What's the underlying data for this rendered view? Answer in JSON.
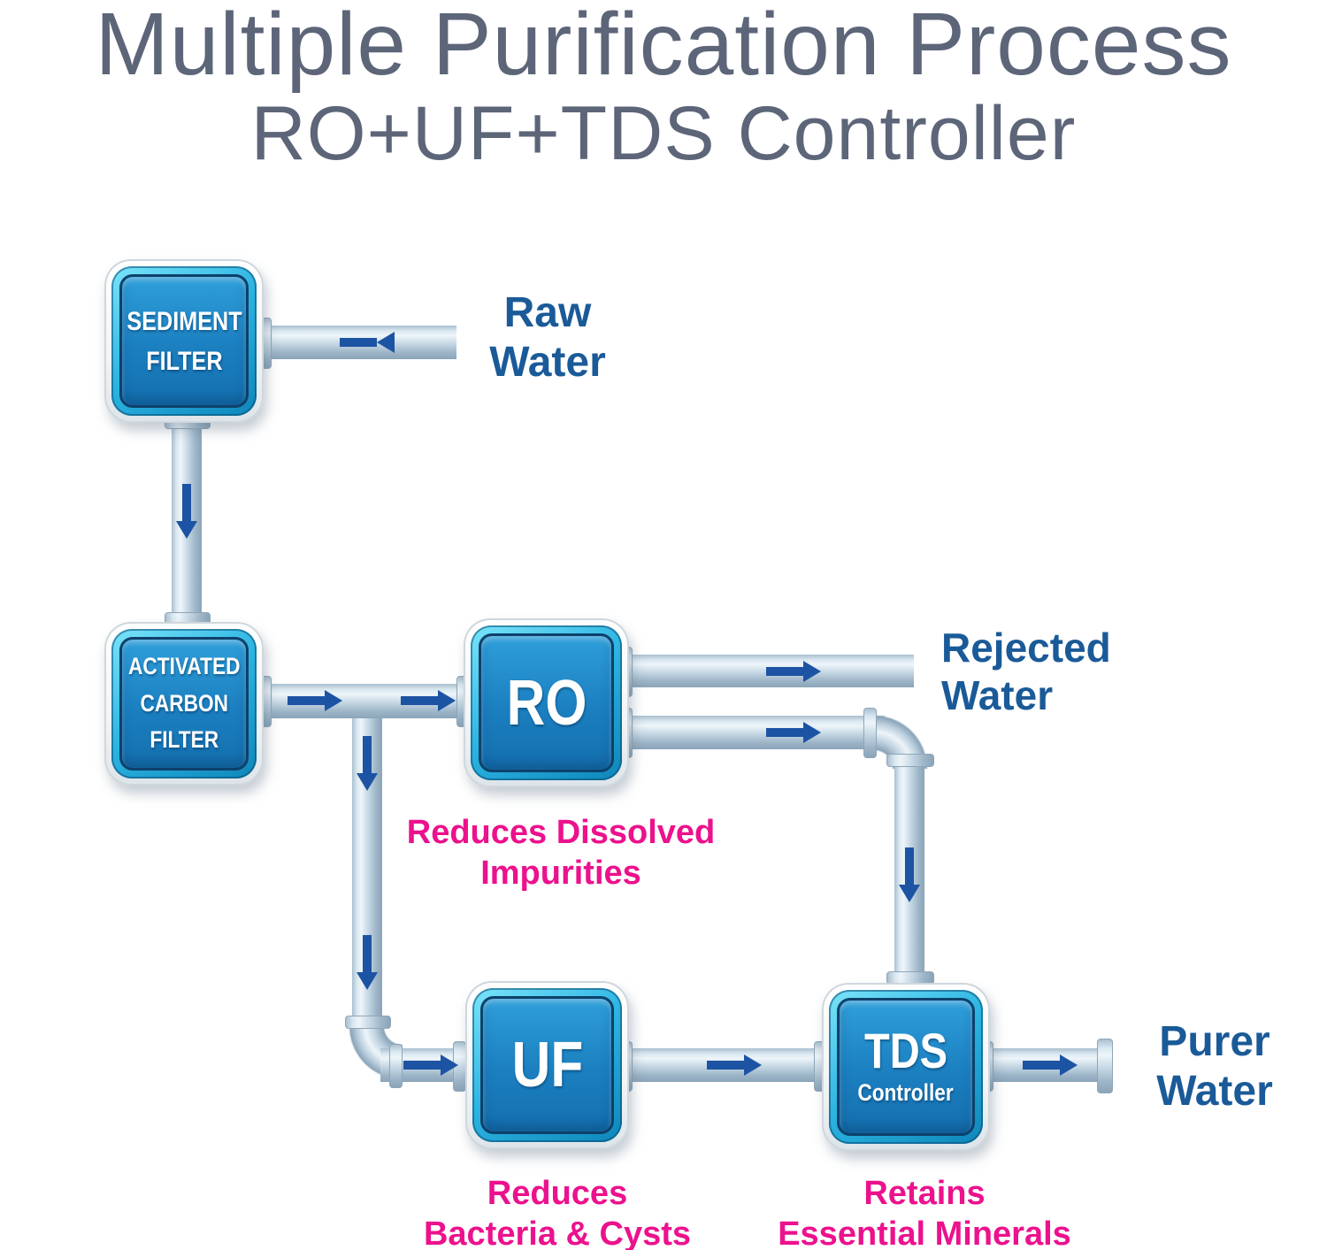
{
  "title": "Multiple Purification Process",
  "subtitle": "RO+UF+TDS Controller",
  "stations": {
    "sediment": {
      "line1": "SEDIMENT",
      "line2": "FILTER"
    },
    "carbon": {
      "line1": "ACTIVATED",
      "line2": "CARBON",
      "line3": "FILTER"
    },
    "ro": {
      "label": "RO"
    },
    "uf": {
      "label": "UF"
    },
    "tds": {
      "label": "TDS",
      "sublabel": "Controller"
    }
  },
  "flow_labels": {
    "raw": {
      "line1": "Raw",
      "line2": "Water"
    },
    "rejected": {
      "line1": "Rejected",
      "line2": "Water"
    },
    "purer": {
      "line1": "Purer",
      "line2": "Water"
    }
  },
  "notes": {
    "ro": {
      "line1": "Reduces Dissolved",
      "line2": "Impurities"
    },
    "uf": {
      "line1": "Reduces",
      "line2": "Bacteria & Cysts"
    },
    "tds": {
      "line1": "Retains",
      "line2": "Essential Minerals"
    }
  },
  "colors": {
    "title_text": "#5d6579",
    "flow_label_blue": "#1a5a98",
    "note_pink": "#ec118d",
    "arrow_blue": "#1d53a3",
    "box_blue": "#1b7fc0",
    "box_cyan": "#2cb4e2",
    "pipe_steel": "#c4d6e3"
  }
}
